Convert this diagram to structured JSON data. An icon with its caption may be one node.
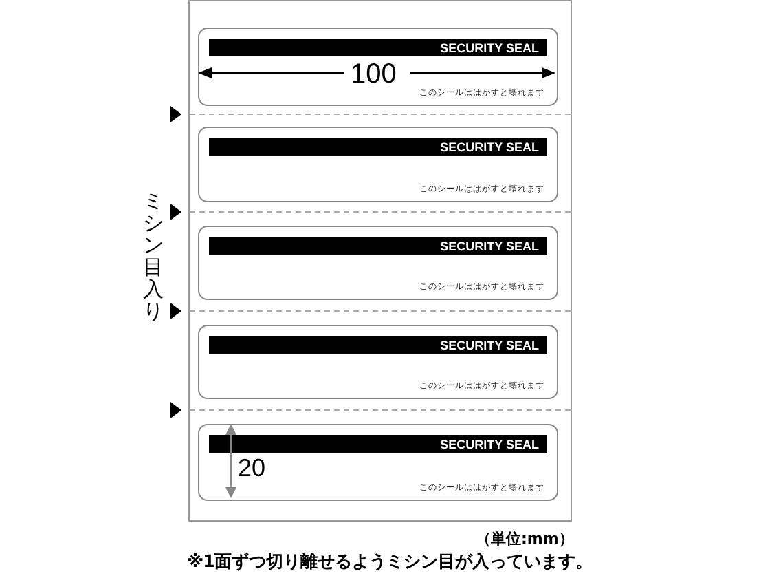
{
  "diagram": {
    "nodes": [
      {
        "text": [],
        "shape": "box"
      },
      {
        "text": [
          "SECURITY SEAL",
          "このシールははがすと壊れます"
        ],
        "in": 0
      },
      {
        "text": [
          "SECURITY SEAL",
          "このシールははがすと壊れます"
        ],
        "in": 0
      },
      {
        "text": [
          "SECURITY SEAL",
          "このシールははがすと壊れます"
        ],
        "in": 0
      },
      {
        "text": [
          "SECURITY SEAL",
          "このシールははがすと壊れます"
        ],
        "in": 0
      },
      {
        "text": [
          "SECURITY SEAL",
          "このシールははがすと壊れます"
        ],
        "in": 0
      }
    ],
    "labels": [
      "100",
      "ミシン目入り",
      "20",
      "（単位:mm）",
      "※1面ずつ切り離せるようミシン目が入っています。"
    ]
  }
}
